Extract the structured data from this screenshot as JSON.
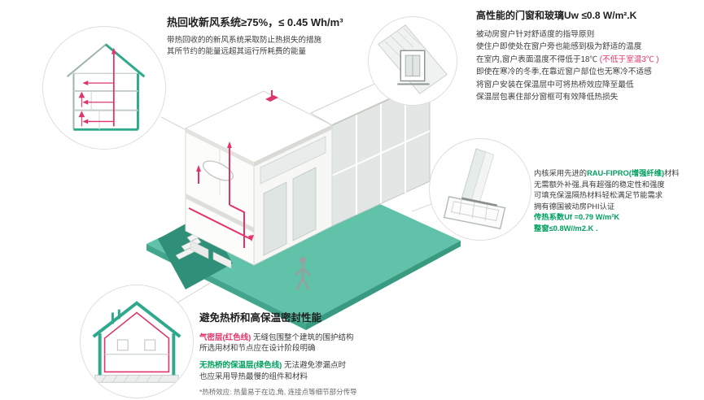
{
  "colors": {
    "accent_teal": "#5fc2a9",
    "accent_green_text": "#00a15e",
    "accent_red": "#e0356b",
    "text_dark": "#1f1f1f",
    "text_body": "#3d3d3d"
  },
  "ventilation": {
    "title": "热回收新风系统≥75%，≤ 0.45 Wh/m³",
    "line1": "带热回收的的新风系统采取防止热损失的措施",
    "line2": "其所节约的能量远超其运行所耗费的能量"
  },
  "windows": {
    "title": "高性能的门窗和玻璃Uw ≤0.8 W/m².K",
    "line1": "被动房窗户针对舒适度的指导原则",
    "line2": "使住户即使处在窗户旁也能感到极为舒适的温度",
    "line3_black": "在室内,窗户表面温度不得低于18℃ ",
    "line3_red": "(不低于室温3℃ )",
    "line4": "即使在寒冷的冬季,在靠近窗户部位也无寒冷不适感",
    "line5": "将窗户安装在保温层中可将热桥效应降至最低",
    "line6": "保温层包裹住部分窗框可有效降低热损失"
  },
  "profile": {
    "line1_pre": "内核采用先进的",
    "line1_highlight": "RAU-FIPRO(增强纤维)",
    "line1_post": "材料",
    "line2": "无需额外补强,具有超强的稳定性和强度",
    "line3": "可填充保温隔热材料轻松满足节能需求",
    "line4": "拥有德国被动房PHI认证",
    "stat1": "传热系数Uf =0.79 W/m²K",
    "stat2": "整窗≤0.8W//m2.K ."
  },
  "thermal": {
    "title": "避免热桥和高保温密封性能",
    "airtight_label": "气密层(红色线)",
    "airtight_text": " 无缝包围整个建筑的围护结构",
    "airtight_line2": "所选用材和节点应在设计阶段明确",
    "insulation_label": "无热桥的保温层(绿色线)",
    "insulation_text": " 无法避免渗漏点时",
    "insulation_line2": "也应采用导热最慢的组件和材料",
    "footnote": "*热桥效应: 热量易于在边,角, 连接点等细节部分传导"
  }
}
